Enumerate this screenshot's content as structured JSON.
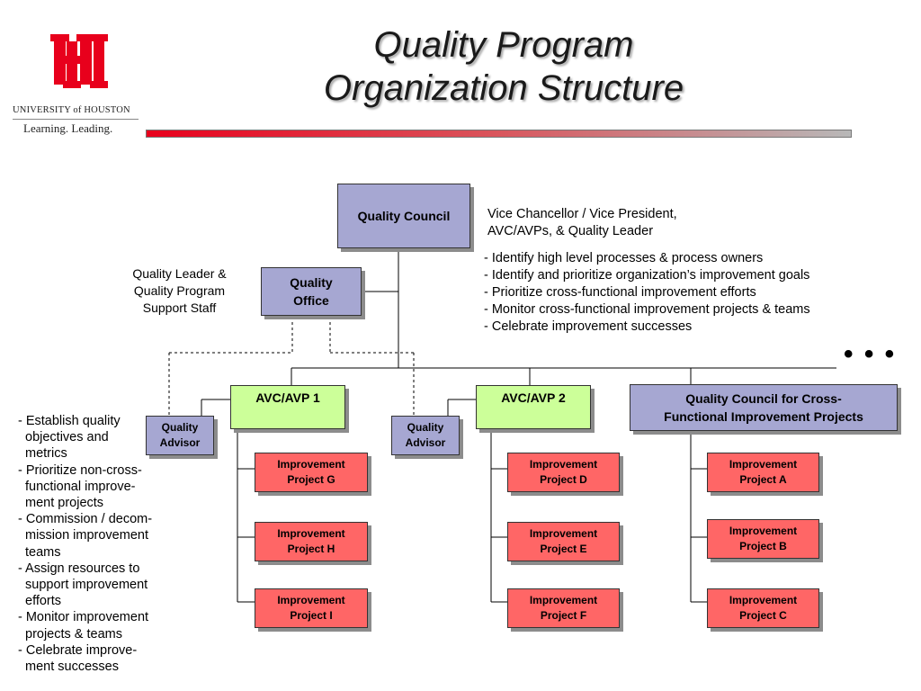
{
  "header": {
    "title_lines": [
      "Quality Program",
      "Organization Structure"
    ],
    "logo": {
      "university": "UNIVERSITY of HOUSTON",
      "tagline": "Learning. Leading.",
      "mark_color": "#e8001c"
    }
  },
  "org": {
    "quality_council": {
      "label": "Quality Council"
    },
    "quality_council_description": [
      "Vice Chancellor / Vice President,",
      "AVC/AVPs, & Quality Leader"
    ],
    "quality_council_duties": [
      "- Identify high level processes & process owners",
      "- Identify and prioritize organization’s improvement goals",
      "- Prioritize cross-functional improvement efforts",
      "- Monitor cross-functional improvement projects & teams",
      "- Celebrate improvement successes"
    ],
    "quality_office": {
      "label_lines": [
        "Quality",
        "Office"
      ]
    },
    "quality_office_description": [
      "Quality Leader &",
      "Quality Program",
      "Support Staff"
    ],
    "avc1": {
      "label": "AVC/AVP 1"
    },
    "avc2": {
      "label": "AVC/AVP 2"
    },
    "cross_council": {
      "label_lines": [
        "Quality Council for Cross-",
        "Functional Improvement Projects"
      ]
    },
    "advisor1": {
      "label_lines": [
        "Quality",
        "Advisor"
      ]
    },
    "advisor2": {
      "label_lines": [
        "Quality",
        "Advisor"
      ]
    },
    "projects": {
      "g": [
        "Improvement",
        "Project G"
      ],
      "h": [
        "Improvement",
        "Project H"
      ],
      "i": [
        "Improvement",
        "Project I"
      ],
      "d": [
        "Improvement",
        "Project D"
      ],
      "e": [
        "Improvement",
        "Project E"
      ],
      "f": [
        "Improvement",
        "Project F"
      ],
      "a": [
        "Improvement",
        "Project A"
      ],
      "b": [
        "Improvement",
        "Project B"
      ],
      "c": [
        "Improvement",
        "Project C"
      ]
    },
    "advisor_duties": [
      {
        "line": "- Establish quality",
        "cont": false
      },
      {
        "line": "objectives and",
        "cont": true
      },
      {
        "line": "metrics",
        "cont": true
      },
      {
        "line": "- Prioritize non-cross-",
        "cont": false
      },
      {
        "line": "functional improve-",
        "cont": true
      },
      {
        "line": "ment projects",
        "cont": true
      },
      {
        "line": "- Commission / decom-",
        "cont": false
      },
      {
        "line": "mission improvement",
        "cont": true
      },
      {
        "line": "teams",
        "cont": true
      },
      {
        "line": "- Assign resources to",
        "cont": false
      },
      {
        "line": "support improvement",
        "cont": true
      },
      {
        "line": "efforts",
        "cont": true
      },
      {
        "line": "- Monitor improvement",
        "cont": false
      },
      {
        "line": "projects & teams",
        "cont": true
      },
      {
        "line": "- Celebrate improve-",
        "cont": false
      },
      {
        "line": "ment successes",
        "cont": true
      }
    ],
    "ellipsis": "• • •"
  },
  "colors": {
    "lavender_box": "#a6a7d2",
    "green_box": "#ccff99",
    "red_box": "#ff6666",
    "brand_red": "#e8001c"
  }
}
